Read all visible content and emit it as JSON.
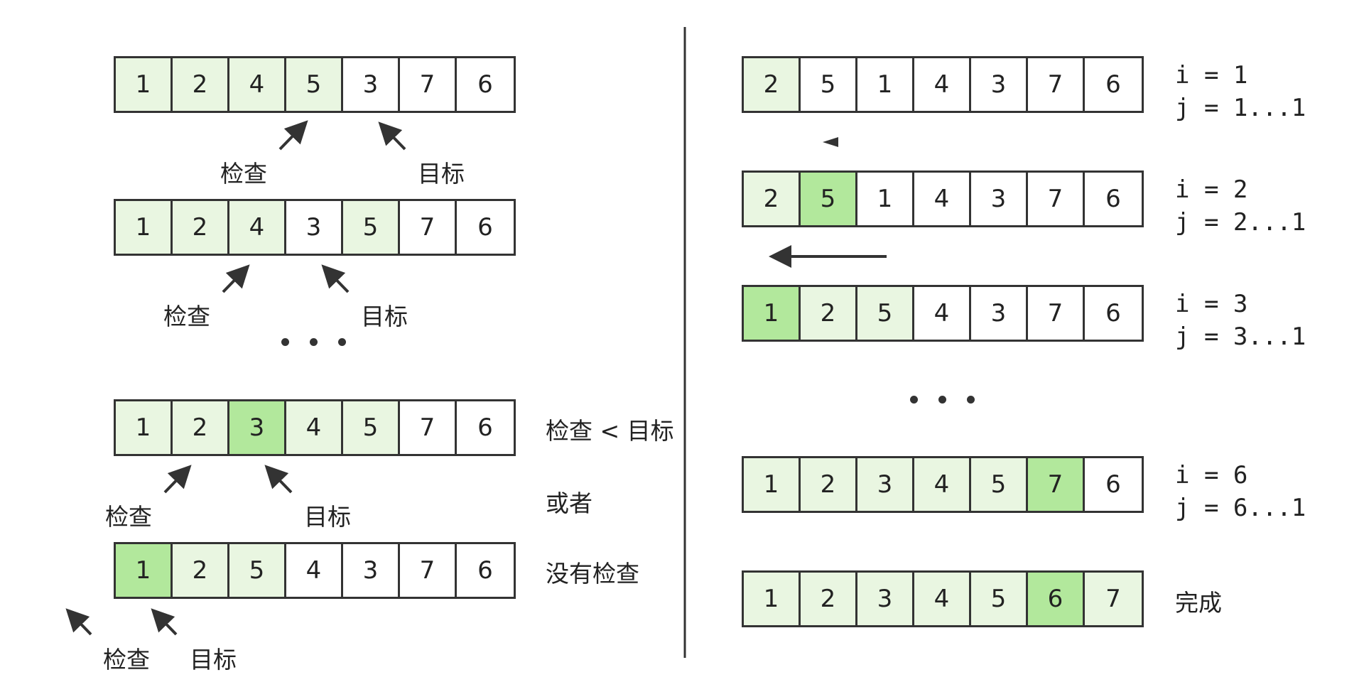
{
  "left": {
    "rows": [
      {
        "values": [
          "1",
          "2",
          "4",
          "5",
          "3",
          "7",
          "6"
        ],
        "shade": [
          "l",
          "l",
          "l",
          "l",
          "",
          "",
          ""
        ]
      },
      {
        "values": [
          "1",
          "2",
          "4",
          "3",
          "5",
          "7",
          "6"
        ],
        "shade": [
          "l",
          "l",
          "l",
          "",
          "l",
          "",
          ""
        ]
      },
      {
        "values": [
          "1",
          "2",
          "3",
          "4",
          "5",
          "7",
          "6"
        ],
        "shade": [
          "l",
          "l",
          "d",
          "l",
          "l",
          "",
          ""
        ]
      },
      {
        "values": [
          "1",
          "2",
          "5",
          "4",
          "3",
          "7",
          "6"
        ],
        "shade": [
          "d",
          "l",
          "l",
          "",
          "",
          "",
          ""
        ]
      }
    ],
    "labels": {
      "check": "检查",
      "target": "目标",
      "check_lt_target": "检查 < 目标",
      "or": "或者",
      "no_check": "没有检查"
    }
  },
  "right": {
    "rows": [
      {
        "values": [
          "2",
          "5",
          "1",
          "4",
          "3",
          "7",
          "6"
        ],
        "shade": [
          "l",
          "",
          "",
          "",
          "",
          "",
          ""
        ],
        "i": "i = 1",
        "j": "j = 1...1"
      },
      {
        "values": [
          "2",
          "5",
          "1",
          "4",
          "3",
          "7",
          "6"
        ],
        "shade": [
          "l",
          "d",
          "",
          "",
          "",
          "",
          ""
        ],
        "i": "i = 2",
        "j": "j = 2...1"
      },
      {
        "values": [
          "1",
          "2",
          "5",
          "4",
          "3",
          "7",
          "6"
        ],
        "shade": [
          "d",
          "l",
          "l",
          "",
          "",
          "",
          ""
        ],
        "i": "i = 3",
        "j": "j = 3...1"
      },
      {
        "values": [
          "1",
          "2",
          "3",
          "4",
          "5",
          "7",
          "6"
        ],
        "shade": [
          "l",
          "l",
          "l",
          "l",
          "l",
          "d",
          ""
        ],
        "i": "i = 6",
        "j": "j = 6...1"
      },
      {
        "values": [
          "1",
          "2",
          "3",
          "4",
          "5",
          "6",
          "7"
        ],
        "shade": [
          "l",
          "l",
          "l",
          "l",
          "l",
          "d",
          "l"
        ],
        "done": "完成"
      }
    ]
  },
  "colors": {
    "cell_light": "#e9f6e1",
    "cell_dark": "#b2e89c",
    "stroke": "#333333"
  }
}
